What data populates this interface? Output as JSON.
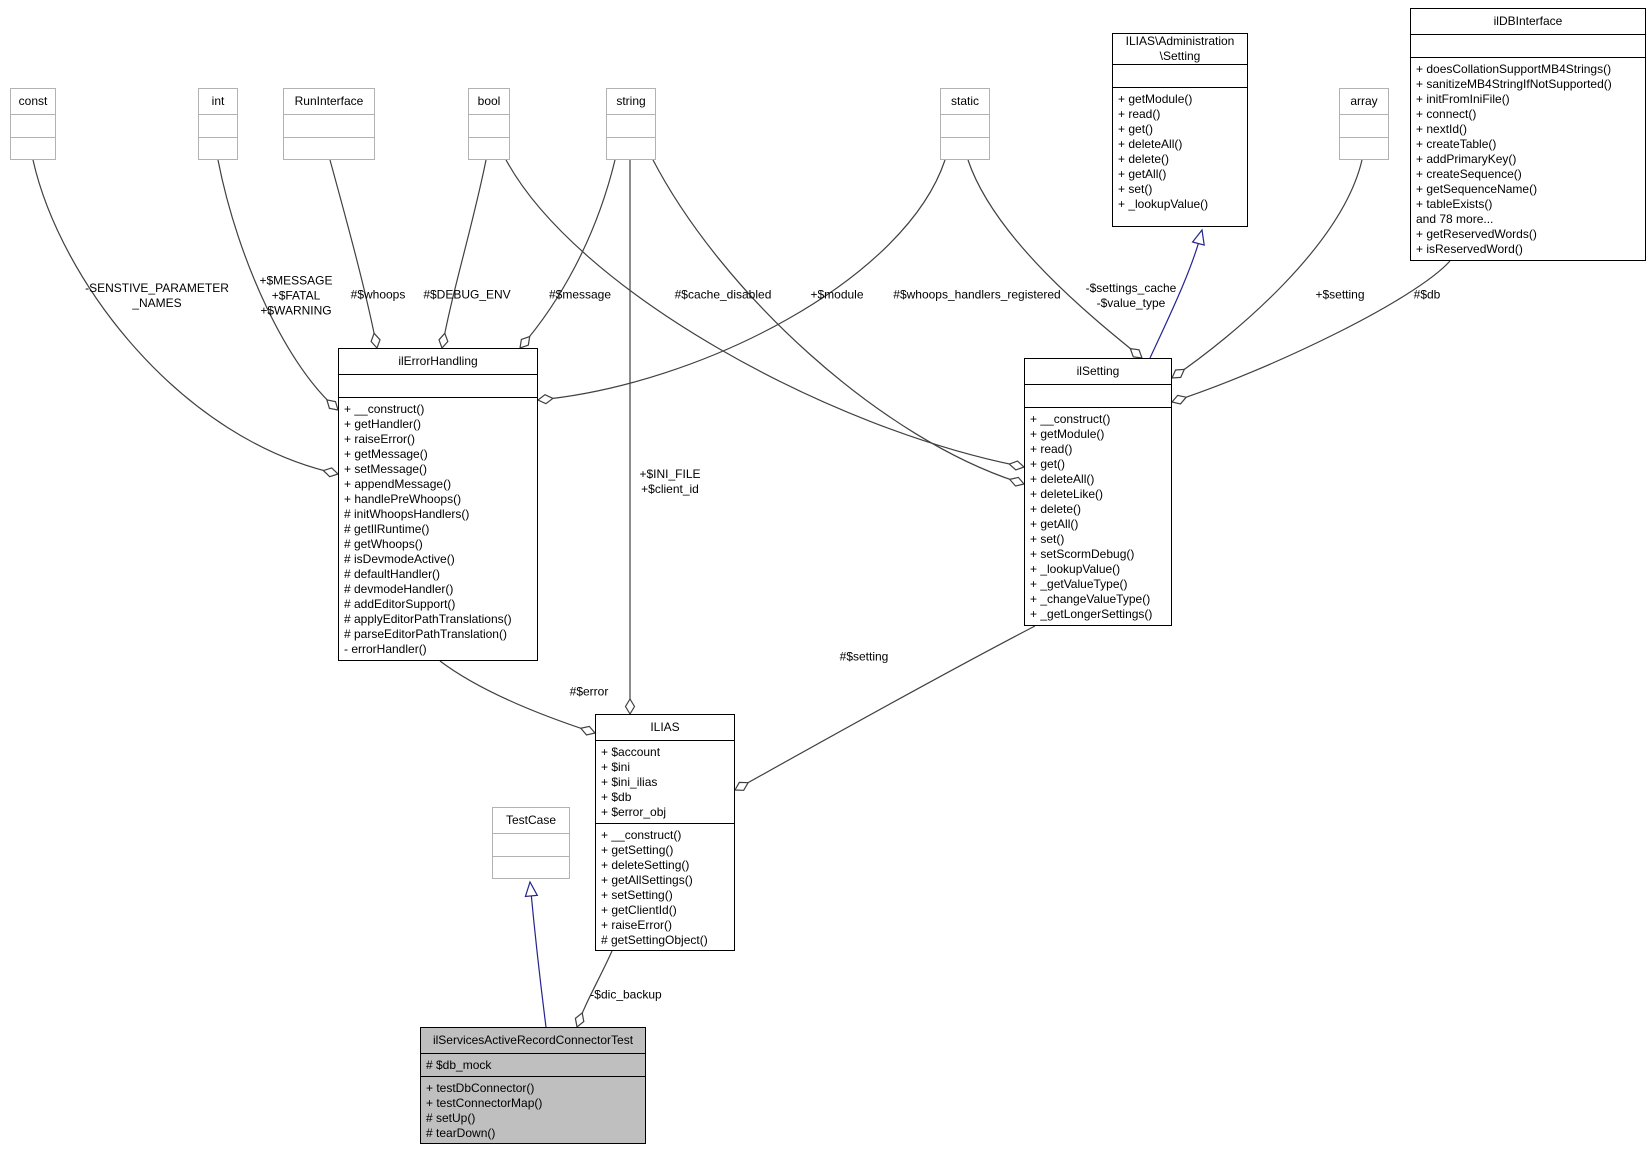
{
  "colors": {
    "edge": "#404040",
    "inheritance_edge": "#24248f",
    "class_fill": "#ffffff",
    "highlight_class_fill": "#bfbfbf",
    "plain_border": "#b2b2b2",
    "linked_border": "#000000"
  },
  "classes": {
    "const": {
      "title": "const",
      "attrs": [],
      "methods": []
    },
    "int": {
      "title": "int",
      "attrs": [],
      "methods": []
    },
    "runinterface": {
      "title": "RunInterface",
      "attrs": [],
      "methods": []
    },
    "bool": {
      "title": "bool",
      "attrs": [],
      "methods": []
    },
    "string": {
      "title": "string",
      "attrs": [],
      "methods": []
    },
    "static": {
      "title": "static",
      "attrs": [],
      "methods": []
    },
    "array": {
      "title": "array",
      "attrs": [],
      "methods": []
    },
    "admin_setting": {
      "title": "ILIAS\\Administration\n\\Setting",
      "attrs": [],
      "methods": [
        "+ getModule()",
        "+ read()",
        "+ get()",
        "+ deleteAll()",
        "+ delete()",
        "+ getAll()",
        "+ set()",
        "+ _lookupValue()"
      ]
    },
    "ildbinterface": {
      "title": "ilDBInterface",
      "attrs": [],
      "methods": [
        "+ doesCollationSupportMB4Strings()",
        "+ sanitizeMB4StringIfNotSupported()",
        "+ initFromIniFile()",
        "+ connect()",
        "+ nextId()",
        "+ createTable()",
        "+ addPrimaryKey()",
        "+ createSequence()",
        "+ getSequenceName()",
        "+ tableExists()",
        "and 78 more...",
        "+ getReservedWords()",
        "+ isReservedWord()"
      ]
    },
    "ilerrorhandling": {
      "title": "ilErrorHandling",
      "attrs": [],
      "methods": [
        "+ __construct()",
        "+ getHandler()",
        "+ raiseError()",
        "+ getMessage()",
        "+ setMessage()",
        "+ appendMessage()",
        "+ handlePreWhoops()",
        "# initWhoopsHandlers()",
        "# getIlRuntime()",
        "# getWhoops()",
        "# isDevmodeActive()",
        "# defaultHandler()",
        "# devmodeHandler()",
        "# addEditorSupport()",
        "# applyEditorPathTranslations()",
        "# parseEditorPathTranslation()",
        "- errorHandler()"
      ]
    },
    "ilsetting": {
      "title": "ilSetting",
      "attrs": [],
      "methods": [
        "+ __construct()",
        "+ getModule()",
        "+ read()",
        "+ get()",
        "+ deleteAll()",
        "+ deleteLike()",
        "+ delete()",
        "+ getAll()",
        "+ set()",
        "+ setScormDebug()",
        "+ _lookupValue()",
        "+ _getValueType()",
        "+ _changeValueType()",
        "+ _getLongerSettings()"
      ]
    },
    "ilias": {
      "title": "ILIAS",
      "attrs": [
        "+ $account",
        "+ $ini",
        "+ $ini_ilias",
        "+ $db",
        "+ $error_obj"
      ],
      "methods": [
        "+ __construct()",
        "+ getSetting()",
        "+ deleteSetting()",
        "+ getAllSettings()",
        "+ setSetting()",
        "+ getClientId()",
        "+ raiseError()",
        "# getSettingObject()"
      ]
    },
    "testcase": {
      "title": "TestCase",
      "attrs": [],
      "methods": []
    },
    "test": {
      "title": "ilServicesActiveRecordConnectorTest",
      "attrs": [
        "# $db_mock"
      ],
      "methods": [
        "+ testDbConnector()",
        "+ testConnectorMap()",
        "# setUp()",
        "# tearDown()"
      ]
    }
  },
  "edge_labels": {
    "sensitive_parameter_names": "-SENSTIVE_PARAMETER\n_NAMES",
    "message_fatal_warning": "+$MESSAGE\n+$FATAL\n+$WARNING",
    "whoops": "#$whoops",
    "debug_env": "#$DEBUG_ENV",
    "message": "#$message",
    "cache_disabled": "#$cache_disabled",
    "module": "+$module",
    "whoops_handlers_registered": "#$whoops_handlers_registered",
    "settings_cache_value_type": "-$settings_cache\n-$value_type",
    "setting_array": "+$setting",
    "db": "#$db",
    "ini_file_client_id": "+$INI_FILE\n+$client_id",
    "error": "#$error",
    "setting": "#$setting",
    "dic_backup": "-$dic_backup"
  }
}
